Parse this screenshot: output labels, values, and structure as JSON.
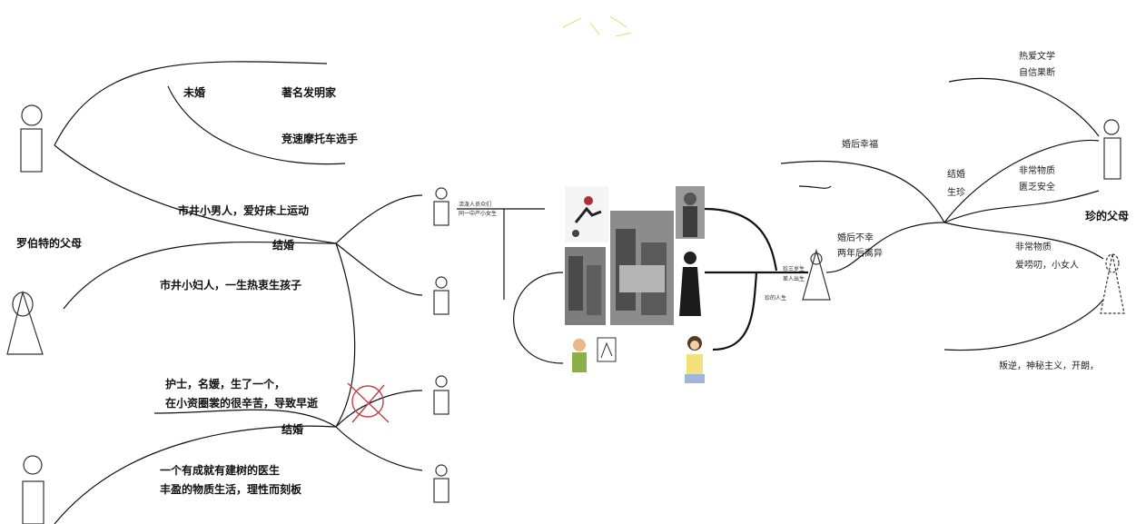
{
  "left": {
    "title": "罗伯特的父母",
    "unmarried": "未婚",
    "inventor": "著名发明家",
    "racer": "竞速摩托车选手",
    "father_desc": "市井小男人，爱好床上运动",
    "married_1": "结婚",
    "mother_desc": "市井小妇人，一生热衷生孩子",
    "nurse_line1": "护士，名媛，生了一个，",
    "nurse_line2": "在小资圈裳的很辛苦，导致早逝",
    "married_2": "结婚",
    "doctor_line1": "一个有成就有建树的医生",
    "doctor_line2": "丰盈的物质生活，理性而刻板"
  },
  "center": {
    "small_note_line1": "活泼人员众们",
    "small_note_line2": "同一中产小女生"
  },
  "right": {
    "title": "珍的父母",
    "happy": "婚后幸福",
    "married": "结婚",
    "born": "生珍",
    "unhappy": "婚后不幸",
    "divorce": "两年后离异",
    "literature": "热爱文学",
    "confident": "自信果断",
    "material": "非常物质",
    "insecure": "匮乏安全",
    "material_2": "非常物质",
    "woman": "爱唠叨，小女人",
    "trait": "叛逆，神秘主义，开朗，",
    "note_line1": "珍三岁生",
    "note_line2": "差人出生",
    "life": "珍的人生"
  }
}
